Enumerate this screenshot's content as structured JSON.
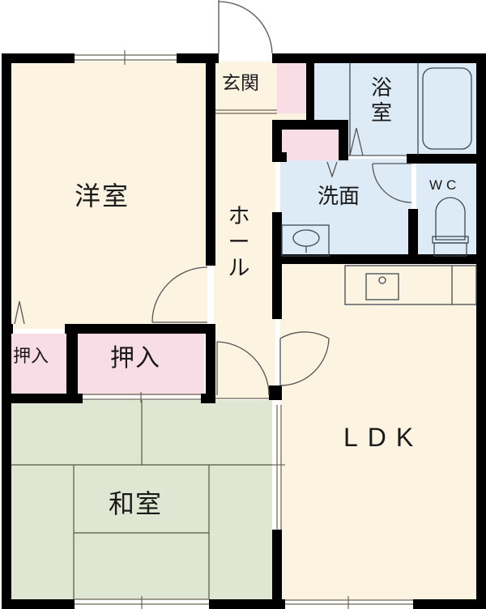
{
  "floorplan": {
    "colors": {
      "wall": "#000000",
      "living_floor": "#fdf3e1",
      "wet_area": "#dcebf6",
      "storage": "#f9dde6",
      "tatami": "#dfe7d3",
      "fixture_line": "#3d4a55",
      "door_line": "#555555"
    },
    "rooms": [
      {
        "id": "youshitsu",
        "label": "洋室",
        "type": "western-room"
      },
      {
        "id": "genkan",
        "label": "玄関",
        "type": "entrance"
      },
      {
        "id": "yokushitsu",
        "label": "浴室",
        "type": "bathroom"
      },
      {
        "id": "senmen",
        "label": "洗面",
        "type": "washroom"
      },
      {
        "id": "wc",
        "label": "WC",
        "type": "toilet"
      },
      {
        "id": "hall",
        "label": "ホール",
        "type": "hall"
      },
      {
        "id": "oshiire_small",
        "label": "押入",
        "type": "closet"
      },
      {
        "id": "oshiire_large",
        "label": "押入",
        "type": "closet"
      },
      {
        "id": "washitsu",
        "label": "和室",
        "type": "japanese-room"
      },
      {
        "id": "ldk",
        "label": "LDK",
        "type": "living-dining-kitchen"
      }
    ],
    "fixtures": [
      "bathtub",
      "wash-basin",
      "toilet",
      "kitchen-sink",
      "kitchen-counter"
    ]
  }
}
